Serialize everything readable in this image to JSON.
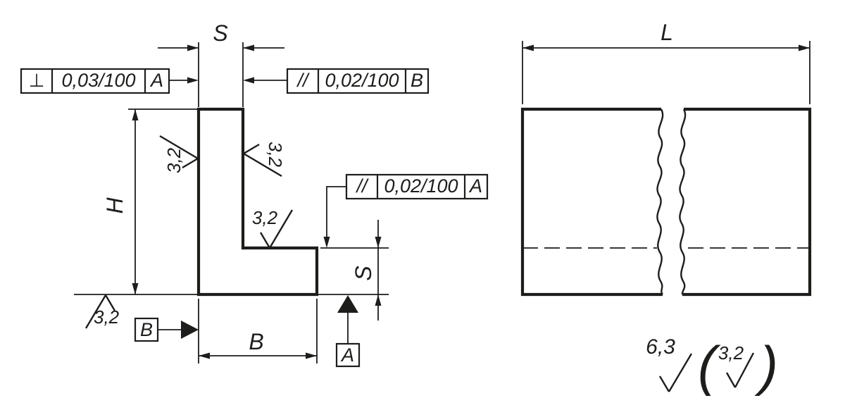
{
  "colors": {
    "line": "#1d1d1b",
    "background": "#ffffff"
  },
  "left_view": {
    "dims": {
      "s_top": "S",
      "h": "H",
      "s_right": "S",
      "b": "B"
    },
    "frames": {
      "perpendicularity": {
        "symbol": "⊥",
        "tolerance": "0,03/100",
        "datum": "A"
      },
      "parallelism_b": {
        "symbol": "//",
        "tolerance": "0,02/100",
        "datum": "B"
      },
      "parallelism_a": {
        "symbol": "//",
        "tolerance": "0,02/100",
        "datum": "A"
      }
    },
    "datums": {
      "a": "A",
      "b": "B"
    },
    "roughness": {
      "left_face": "3,2",
      "inner_vertical_face": "3,2",
      "inner_horizontal_face": "3,2",
      "bottom_face": "3,2"
    }
  },
  "right_view": {
    "dims": {
      "l": "L"
    },
    "surface_note": {
      "general": "6,3",
      "open_paren": "(",
      "special": "3,2",
      "close_paren": ")"
    }
  }
}
